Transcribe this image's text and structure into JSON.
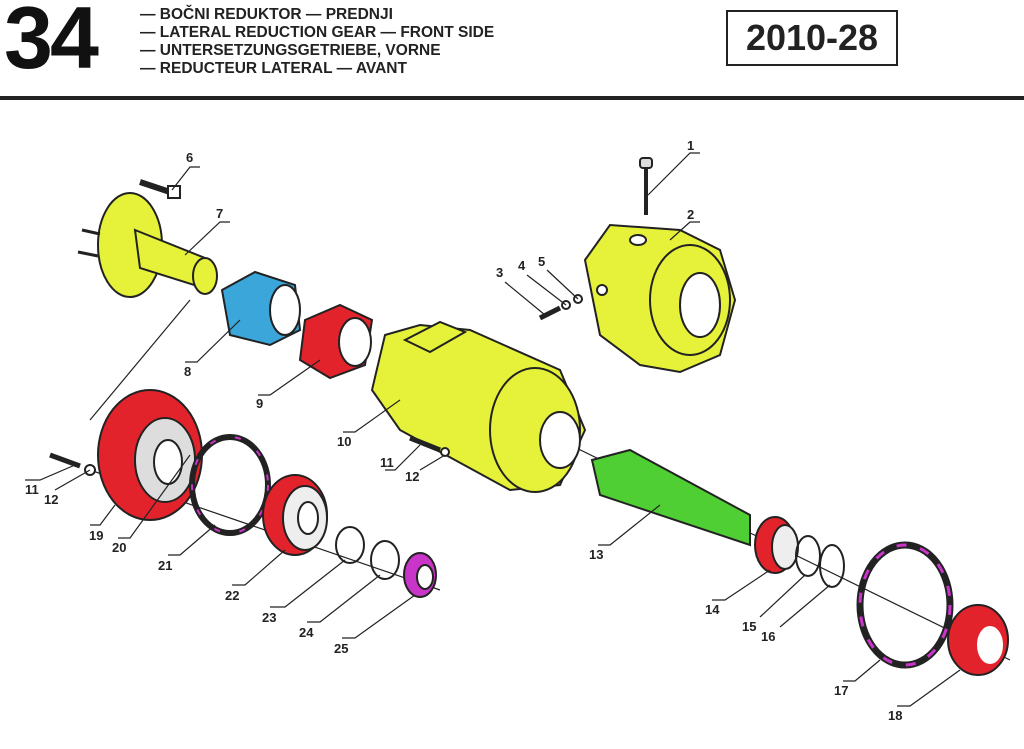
{
  "header": {
    "page_number": "34",
    "titles": [
      "— BOČNI REDUKTOR — PREDNJI",
      "— LATERAL REDUCTION GEAR — FRONT SIDE",
      "— UNTERSETZUNGSGETRIEBE, VORNE",
      "— REDUCTEUR LATERAL — AVANT"
    ],
    "drawing_code": "2010-28"
  },
  "callouts": [
    "1",
    "2",
    "3",
    "4",
    "5",
    "6",
    "7",
    "8",
    "9",
    "10",
    "11",
    "12",
    "11",
    "12",
    "13",
    "14",
    "15",
    "16",
    "17",
    "18",
    "19",
    "20",
    "21",
    "22",
    "23",
    "24",
    "25"
  ],
  "colors": {
    "yellow": "#e6f23a",
    "red": "#e3232b",
    "blue": "#3ba6d9",
    "green": "#4fcf33",
    "magenta": "#c935c9"
  }
}
